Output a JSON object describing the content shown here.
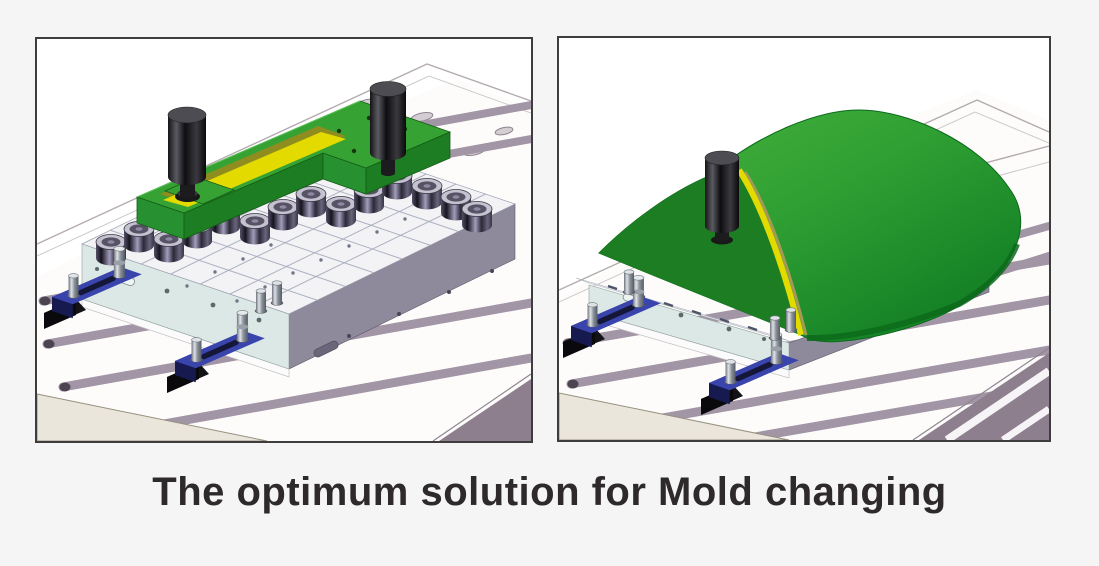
{
  "caption": {
    "text": "The optimum solution for Mold changing"
  },
  "panels": [
    {
      "id": "before",
      "name": "mold-plate-on-die-lifter-roller-table"
    },
    {
      "id": "after",
      "name": "formed-mold-covering-die-lifter-roller-table"
    }
  ],
  "colors": {
    "page_bg": "#f6f5f5",
    "panel_bg": "#ffffff",
    "panel_border": "#3f3c3e",
    "caption": "#2e2a2b",
    "table_white": "#fdfcfb",
    "table_beige": "#eae6dc",
    "table_edge": "#a59da1",
    "slot_mauve": "#a295a5",
    "slot_dark": "#4d4452",
    "table_shadow": "#8d7f8d",
    "plate_front": "#dce8e5",
    "plate_right": "#8e8a9b",
    "plate_top": "#f3f3f6",
    "grid": "#a6abbc",
    "green_top": "#35a233",
    "green_dark": "#1d7d22",
    "green_mid": "#279030",
    "green_edge": "#145c14",
    "yellow": "#e3da00",
    "yellow_olive": "#8f8d1f",
    "clamp_top": "#3a44ad",
    "clamp_front": "#242a78",
    "clamp_dark": "#161a4e",
    "clamp_foot": "#131217"
  }
}
